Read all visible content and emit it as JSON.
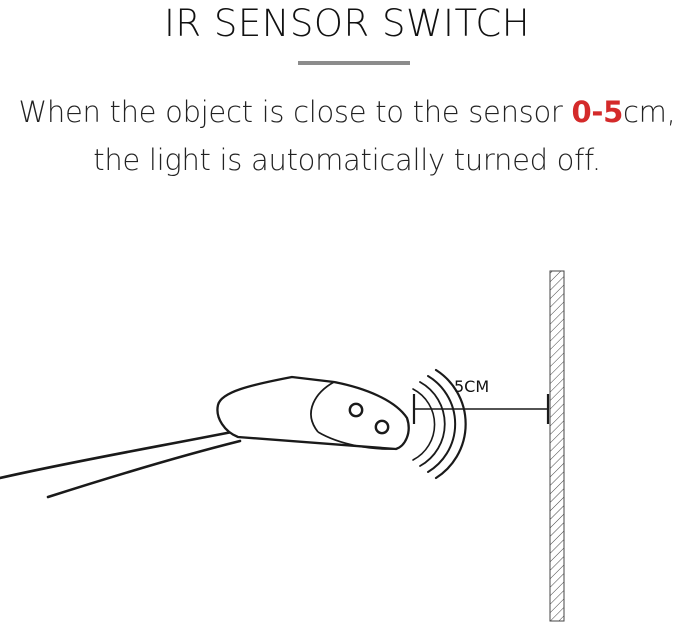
{
  "header": {
    "title": "IR SENSOR SWITCH"
  },
  "description": {
    "line1_pre": "When the object is close to the sensor ",
    "line1_highlight": "0-5",
    "line1_post": "cm,",
    "line2": "the light is automatically turned off."
  },
  "diagram": {
    "distance_label": "5CM"
  },
  "colors": {
    "highlight": "#d42a2a",
    "divider": "#8c8c8c",
    "line": "#111111"
  }
}
